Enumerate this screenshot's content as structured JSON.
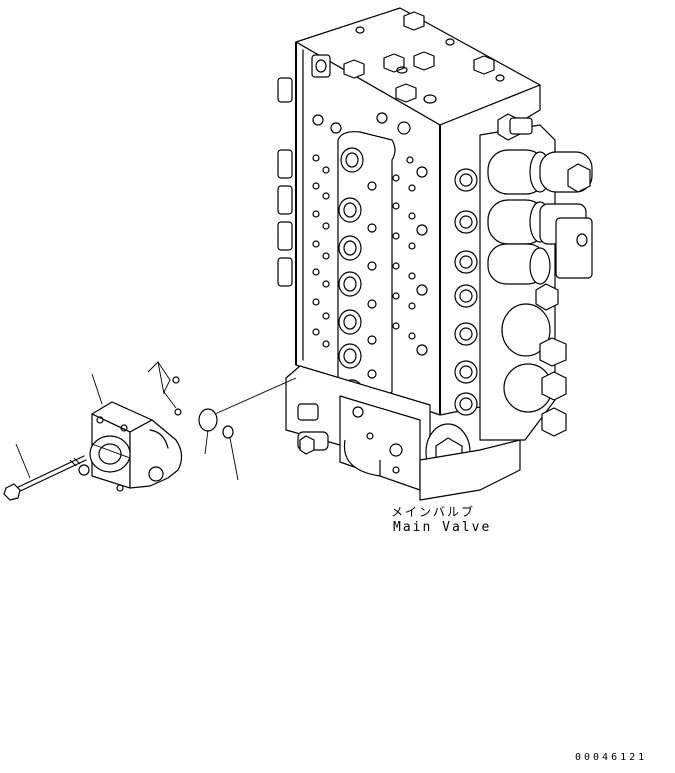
{
  "labels": {
    "main_valve_jp": "メインバルブ",
    "main_valve_en": "Main Valve",
    "drawing_code": "00046121"
  },
  "parts": [
    {
      "name": "main-valve-assembly"
    },
    {
      "name": "relief-valve-block"
    },
    {
      "name": "bolt"
    },
    {
      "name": "o-ring-large"
    },
    {
      "name": "o-ring-small"
    }
  ]
}
